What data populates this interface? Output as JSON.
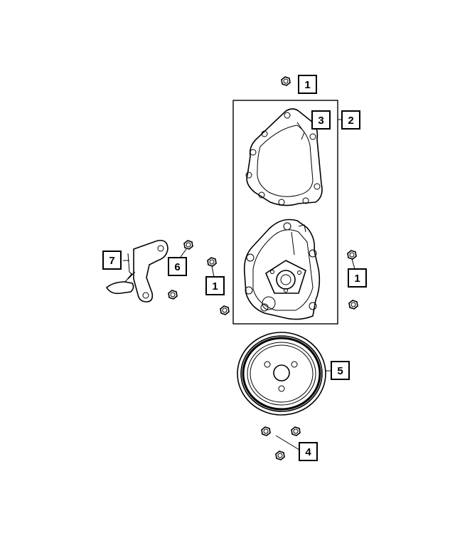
{
  "callouts": {
    "c1_top": "1",
    "c2": "2",
    "c3": "3",
    "c1_mid": "1",
    "c1_right": "1",
    "c6": "6",
    "c7": "7",
    "c5": "5",
    "c4": "4"
  },
  "colors": {
    "line": "#000000",
    "background": "#ffffff"
  },
  "parts": [
    "nut-1",
    "gasket-3",
    "water-pump-kit-2",
    "water-pump",
    "pulley-5",
    "bolts-4",
    "bracket-7",
    "nut-6"
  ]
}
